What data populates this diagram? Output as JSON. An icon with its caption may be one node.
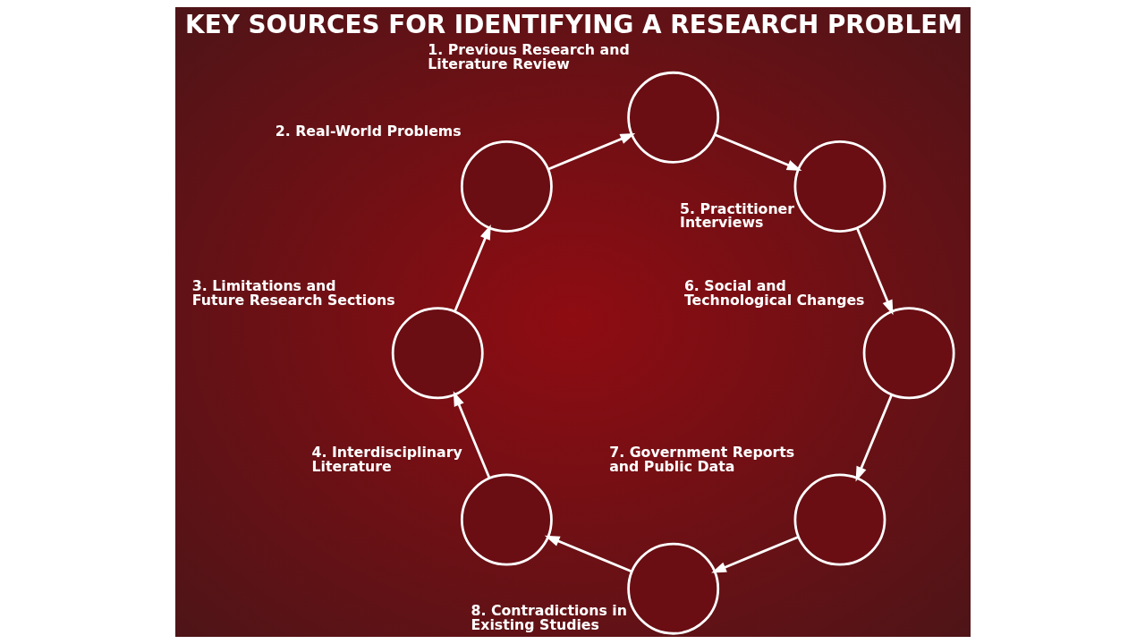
{
  "diagram": {
    "title": "KEY SOURCES FOR IDENTIFYING A RESEARCH PROBLEM",
    "nodes": [
      {
        "text": [],
        "shape": "circle",
        "beside": [
          "1. Previous Research and Literature Review"
        ]
      },
      {
        "text": [],
        "shape": "circle",
        "beside": [
          "2. Real-World Problems"
        ]
      },
      {
        "text": [],
        "shape": "circle",
        "beside": [
          "3. Limitations and Future Research Sections"
        ]
      },
      {
        "text": [],
        "shape": "circle",
        "beside": [
          "4. Interdisciplinary Literature"
        ]
      },
      {
        "text": [],
        "shape": "circle",
        "beside": [
          "5. Practitioner Interviews"
        ]
      },
      {
        "text": [],
        "shape": "circle",
        "beside": [
          "6. Social and Technological Changes"
        ]
      },
      {
        "text": [],
        "shape": "circle",
        "beside": [
          "7. Government Reports and Public Data"
        ]
      },
      {
        "text": [],
        "shape": "circle",
        "beside": [
          "8. Contradictions in Existing Studies"
        ]
      }
    ],
    "edges": [
      {
        "from": 0,
        "to": 4,
        "arrow": "to"
      },
      {
        "from": 4,
        "to": 5,
        "arrow": "to"
      },
      {
        "from": 5,
        "to": 6,
        "arrow": "to"
      },
      {
        "from": 6,
        "to": 7,
        "arrow": "to"
      },
      {
        "from": 7,
        "to": 3,
        "arrow": "to"
      },
      {
        "from": 3,
        "to": 2,
        "arrow": "to"
      },
      {
        "from": 2,
        "to": 1,
        "arrow": "to"
      },
      {
        "from": 1,
        "to": 0,
        "arrow": "to"
      }
    ]
  }
}
